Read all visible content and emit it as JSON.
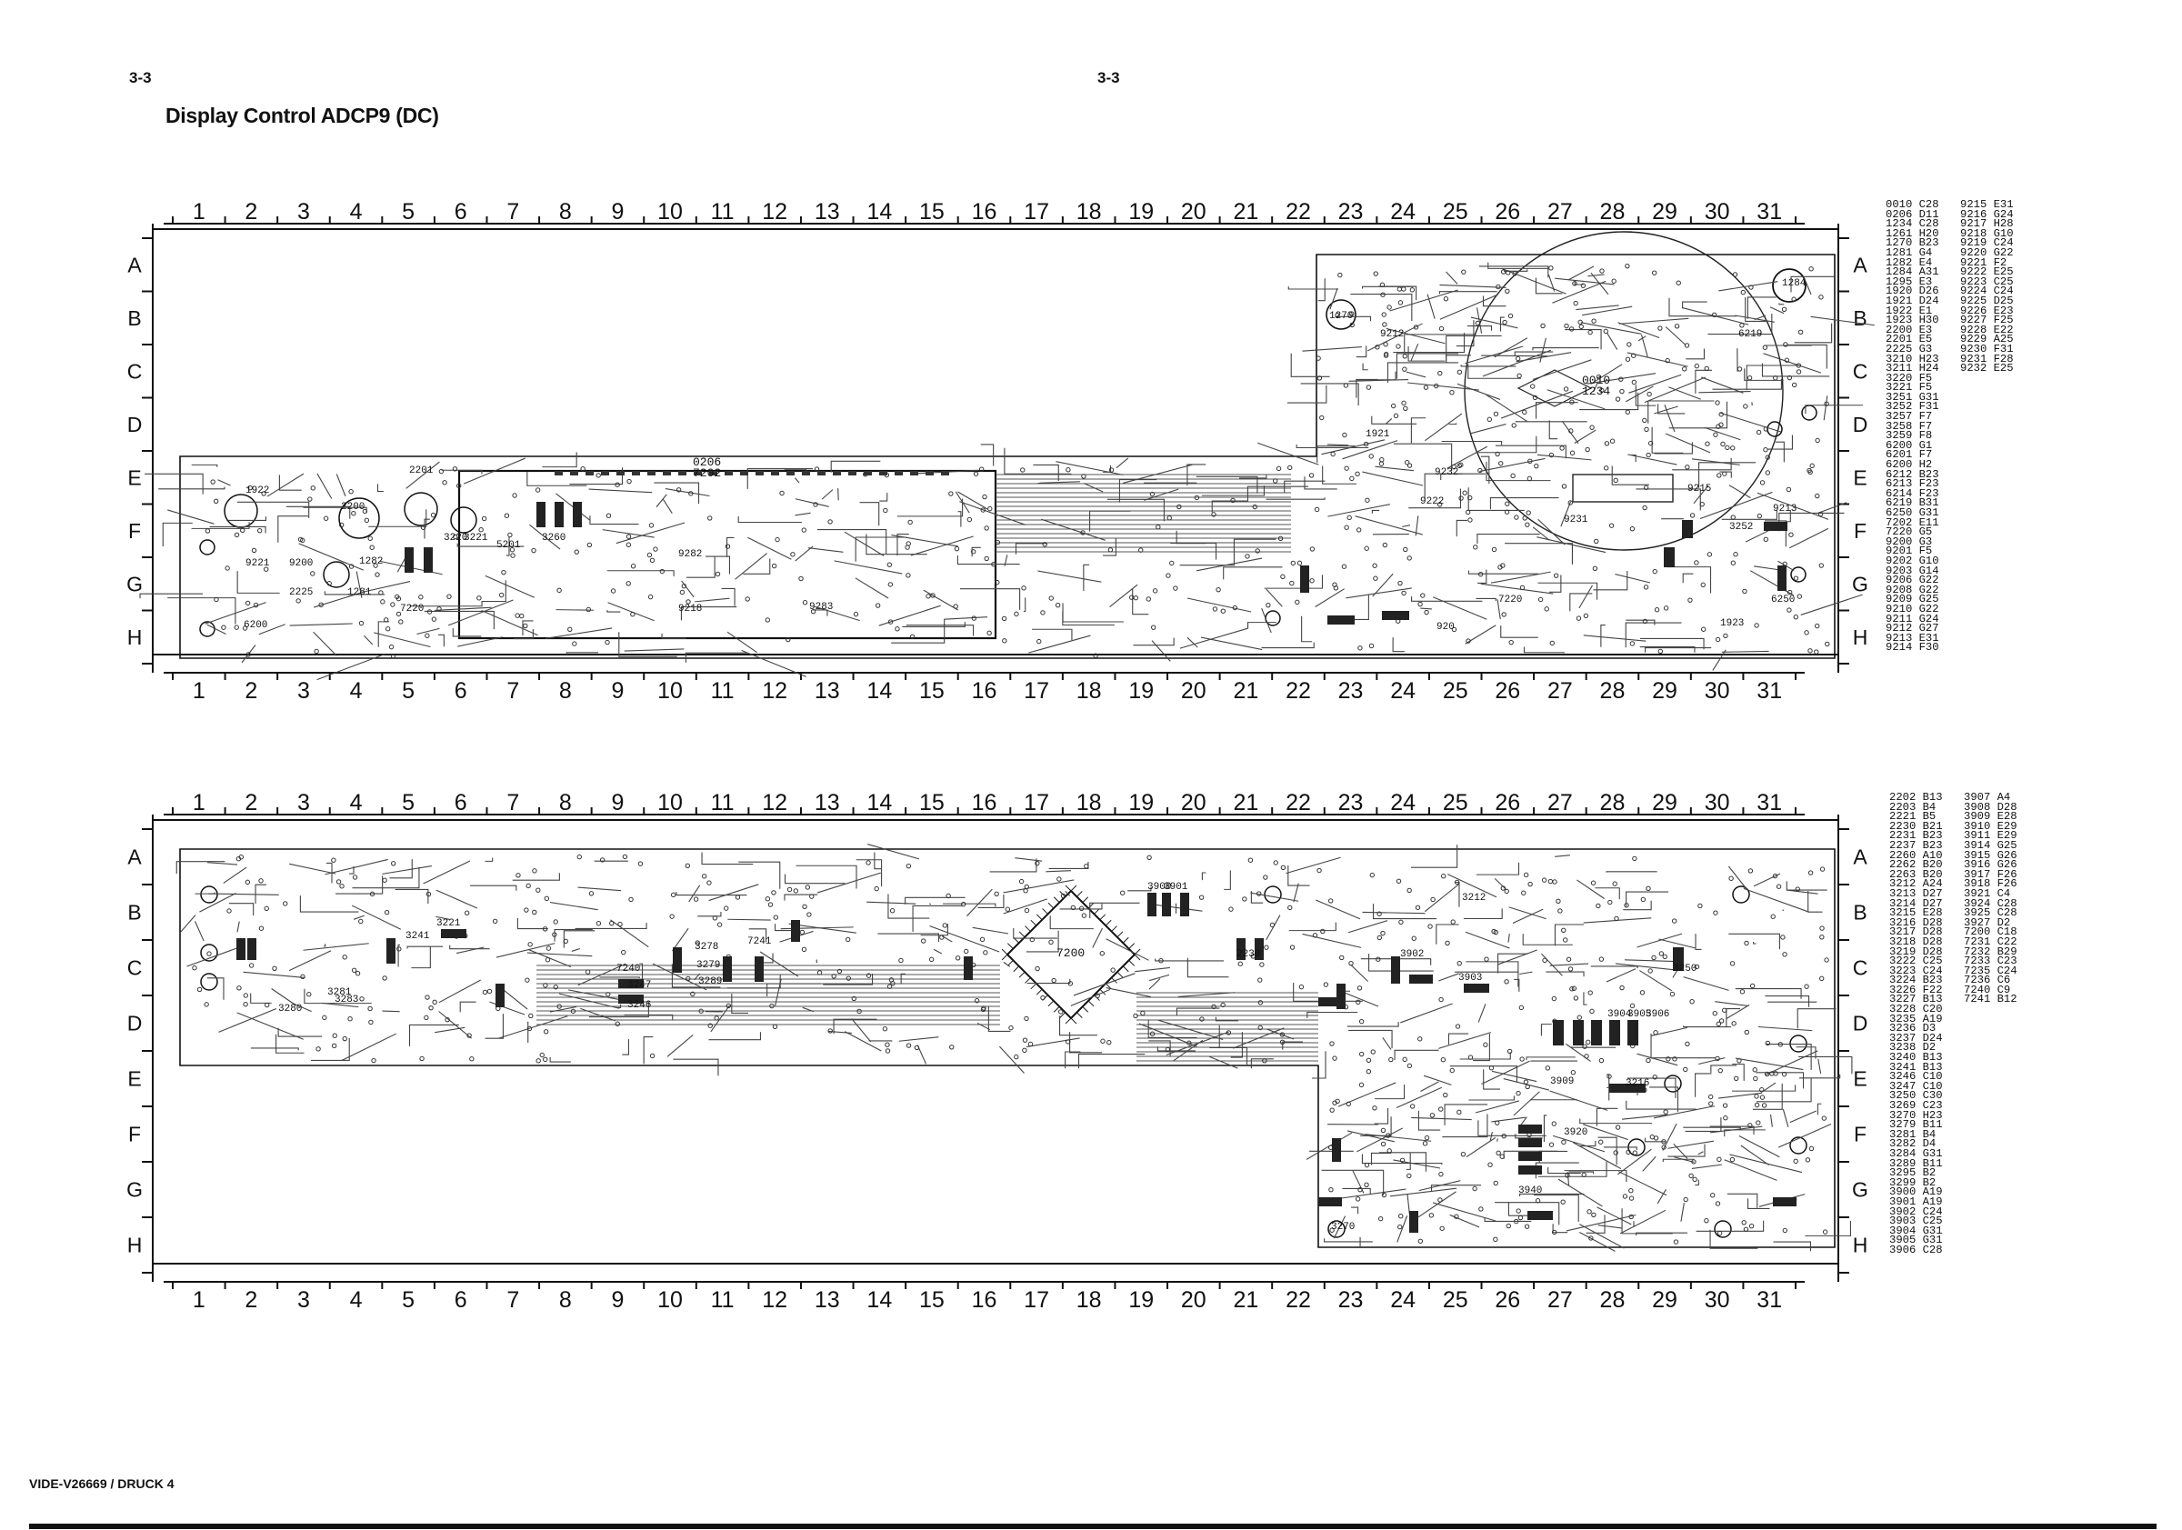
{
  "header": {
    "page_number_left": "3-3",
    "page_number_center": "3-3",
    "title": "Display Control ADCP9 (DC)"
  },
  "footer": {
    "reference": "VIDE-V26669 / DRUCK 4"
  },
  "grid": {
    "columns": [
      "1",
      "2",
      "3",
      "4",
      "5",
      "6",
      "7",
      "8",
      "9",
      "10",
      "11",
      "12",
      "13",
      "14",
      "15",
      "16",
      "17",
      "18",
      "19",
      "20",
      "21",
      "22",
      "23",
      "24",
      "25",
      "26",
      "27",
      "28",
      "29",
      "30",
      "31"
    ],
    "rows": [
      "A",
      "B",
      "C",
      "D",
      "E",
      "F",
      "G",
      "H"
    ]
  },
  "top_panel": {
    "component_labels": [
      "0206",
      "7202",
      "2201",
      "2200",
      "1282",
      "9221",
      "9200",
      "2225",
      "6200",
      "1281",
      "7220",
      "3220",
      "3221",
      "3260",
      "9218",
      "9283",
      "9282",
      "5201",
      "0010",
      "1234",
      "1921",
      "1284",
      "1270",
      "9212",
      "6219",
      "9215",
      "9213",
      "1923",
      "3252",
      "6250",
      "9232",
      "9222",
      "9231",
      "7220",
      "920",
      "1922"
    ],
    "legend_col1": [
      "0010 C28",
      "0206 D11",
      "1234 C28",
      "1261 H20",
      "1270 B23",
      "1281 G4",
      "1282 E4",
      "1284 A31",
      "1295 E3",
      "1920 D26",
      "1921 D24",
      "1922 E1",
      "1923 H30",
      "2200 E3",
      "2201 E5",
      "2225 G3",
      "3210 H23",
      "3211 H24",
      "3220 F5",
      "3221 F5",
      "3251 G31",
      "3252 F31",
      "3257 F7",
      "3258 F7",
      "3259 F8",
      "6200 G1",
      "6201 F7",
      "6200 H2",
      "6212 B23",
      "6213 F23",
      "6214 F23",
      "6219 B31",
      "6250 G31",
      "7202 E11",
      "7220 G5",
      "9200 G3",
      "9201 F5",
      "9202 G10",
      "9203 G14",
      "9206 G22",
      "9208 G22",
      "9209 G25",
      "9210 G22",
      "9211 G24",
      "9212 G27",
      "9213 E31",
      "9214 F30"
    ],
    "legend_col2": [
      "9215 E31",
      "9216 G24",
      "9217 H28",
      "9218 G10",
      "9219 C24",
      "9220 G22",
      "9221 F2",
      "9222 E25",
      "9223 C25",
      "9224 C24",
      "9225 D25",
      "9226 E23",
      "9227 F25",
      "9228 E22",
      "9229 A25",
      "9230 F31",
      "9231 F28",
      "9232 E25"
    ]
  },
  "bottom_panel": {
    "component_labels": [
      "7200",
      "7240",
      "7241",
      "3901",
      "3900",
      "3902",
      "3903",
      "3904",
      "3905",
      "3906",
      "3270",
      "3283",
      "3280",
      "3250",
      "3247",
      "3246",
      "3278",
      "3279",
      "3216",
      "3212",
      "3289",
      "3241",
      "3221",
      "3920",
      "3940",
      "3281",
      "2230",
      "3909"
    ],
    "legend_col1": [
      "2202 B13",
      "2203 B4",
      "2221 B5",
      "2230 B21",
      "2231 B23",
      "2237 B23",
      "2260 A10",
      "2262 B20",
      "2263 B20",
      "3212 A24",
      "3213 D27",
      "3214 D27",
      "3215 E28",
      "3216 D28",
      "3217 D28",
      "3218 D28",
      "3219 D28",
      "3222 C25",
      "3223 C24",
      "3224 B23",
      "3226 F22",
      "3227 B13",
      "3228 C20",
      "3235 A19",
      "3236 D3",
      "3237 D24",
      "3238 D2",
      "3240 B13",
      "3241 B13",
      "3246 C10",
      "3247 C10",
      "3250 C30",
      "3269 C23",
      "3270 H23",
      "3279 B11",
      "3281 B4",
      "3282 D4",
      "3284 G31",
      "3289 B11",
      "3295 B2",
      "3299 B2",
      "3900 A19",
      "3901 A19",
      "3902 C24",
      "3903 C25",
      "3904 G31",
      "3905 G31",
      "3906 C28"
    ],
    "legend_col2": [
      "3907 A4",
      "3908 D28",
      "3909 E28",
      "3910 E29",
      "3911 E29",
      "3914 G25",
      "3915 G26",
      "3916 G26",
      "3917 F26",
      "3918 F26",
      "3921 C4",
      "3924 C28",
      "3925 C28",
      "3927 D2",
      "7200 C18",
      "7231 C22",
      "7232 B29",
      "7233 C23",
      "7235 C24",
      "7236 C6",
      "7240 C9",
      "7241 B12"
    ]
  }
}
